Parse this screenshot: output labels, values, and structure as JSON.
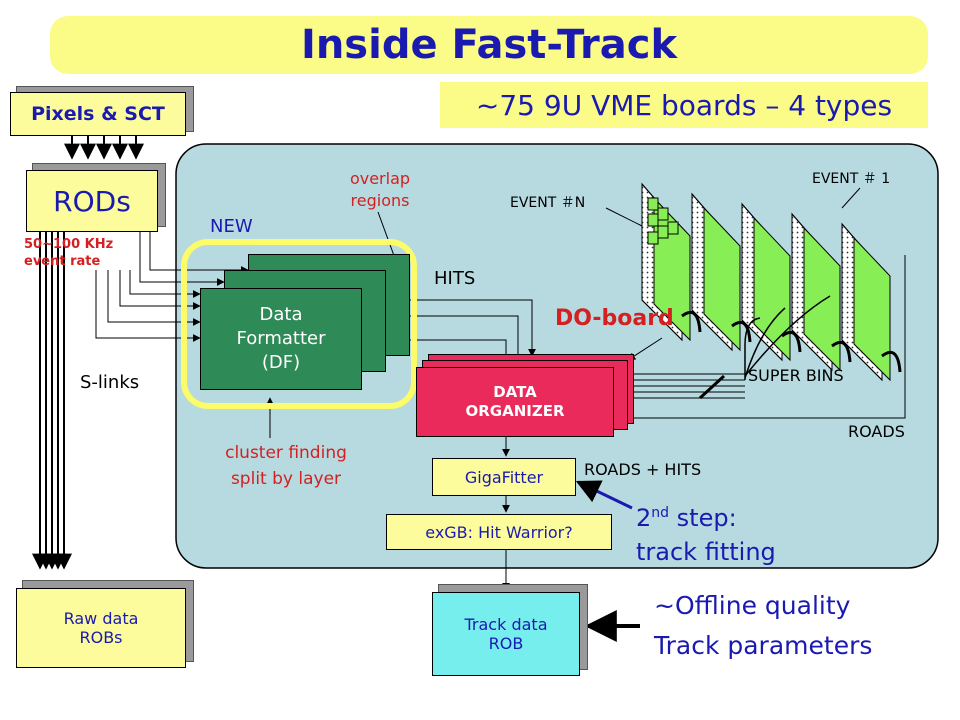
{
  "title": "Inside Fast-Track",
  "subtitle": "~75  9U VME boards – 4 types",
  "pixels_sct": "Pixels & SCT",
  "rods": "RODs",
  "event_rate": [
    "50~100 KHz",
    "event rate"
  ],
  "slinks": "S-links",
  "raw_data": [
    "Raw data",
    "ROBs"
  ],
  "new_label": "NEW",
  "overlap": [
    "overlap",
    "regions"
  ],
  "data_formatter": [
    "Data",
    "Formatter",
    "(DF)"
  ],
  "cluster_finding": [
    "cluster finding",
    "split by layer"
  ],
  "hits": "HITS",
  "do_board": "DO-board",
  "data_organizer": [
    "DATA",
    "ORGANIZER"
  ],
  "event_n": "EVENT ＃N",
  "event_1": "EVENT ＃ 1",
  "super_bins": "SUPER BINS",
  "roads": "ROADS",
  "roads_hits": "ROADS + HITS",
  "gigafitter": "GigaFitter",
  "exgb": "exGB: Hit Warrior?",
  "second_step": {
    "prefix": "2",
    "sup": "nd",
    "rest": " step:",
    "line2": "track fitting"
  },
  "track_data": [
    "Track data",
    "ROB"
  ],
  "offline": [
    "~Offline quality",
    "Track parameters"
  ],
  "colors": {
    "banner": "#fbfb88",
    "panel": "#b6dae0",
    "formatter": "#2e8b57",
    "organizer": "#ea2a5a",
    "am_board": "#88ee55",
    "gigafitter": "#fcfc9c",
    "track_rob": "#77eeee",
    "text_blue": "#1a1ab0",
    "text_red": "#d42020"
  }
}
